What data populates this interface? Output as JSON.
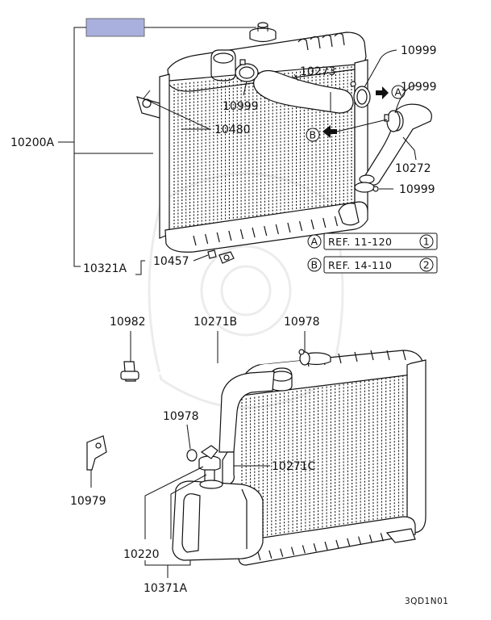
{
  "highlight_color": "#aab0dd",
  "labels": {
    "p10200A": "10200A",
    "p10321A": "10321A",
    "p10457": "10457",
    "p10480": "10480",
    "p10999_a": "10999",
    "p10273": "10273",
    "p10999_b": "10999",
    "p10999_c": "10999",
    "p10272": "10272",
    "p10999_d": "10999",
    "p10982": "10982",
    "p10271B": "10271B",
    "p10978_a": "10978",
    "p10978_b": "10978",
    "p10979": "10979",
    "p10271C": "10271C",
    "p10220": "10220",
    "p10371A": "10371A"
  },
  "markers": {
    "A": "A",
    "B": "B"
  },
  "references": [
    {
      "marker": "A",
      "text": "REF. 11-120",
      "index": "1"
    },
    {
      "marker": "B",
      "text": "REF. 14-110",
      "index": "2"
    }
  ],
  "diagram_code": "3QD1N01"
}
